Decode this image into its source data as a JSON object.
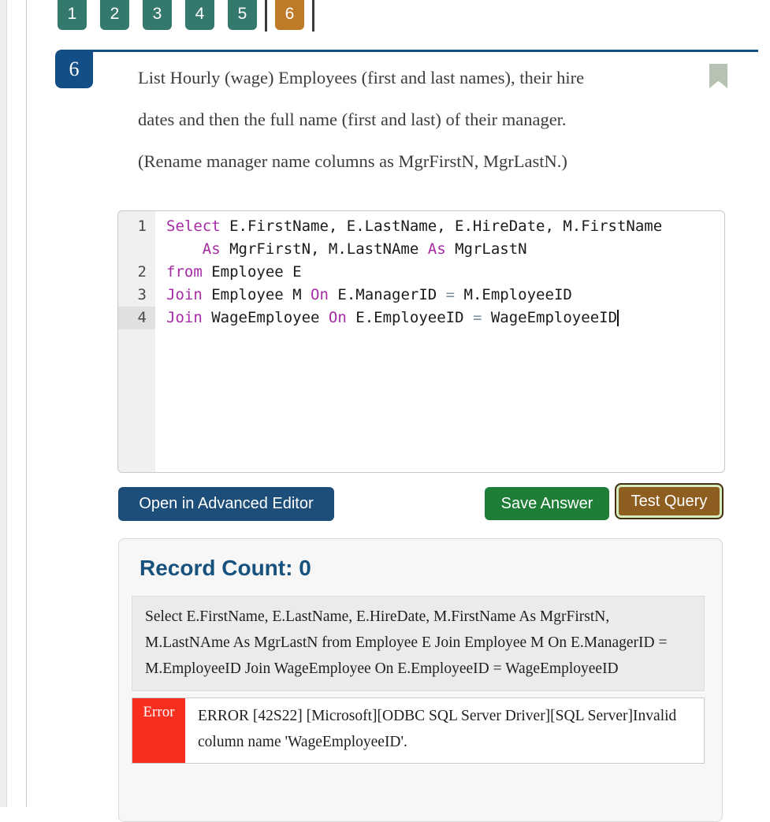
{
  "colors": {
    "page_done": "#35786e",
    "page_active": "#bf7a28",
    "badge_blue": "#134e87",
    "button_blue": "#1d4e79",
    "button_green": "#1e7e38",
    "button_brown": "#8d5e20",
    "error_red": "#fa2e1f",
    "keyword_magenta": "#a62ba5",
    "heading_blue": "#17517e",
    "bookmark_gray_green": "#b7c2b3"
  },
  "pagination": {
    "items": [
      {
        "type": "page",
        "label": "1",
        "state": "done"
      },
      {
        "type": "page",
        "label": "2",
        "state": "done"
      },
      {
        "type": "page",
        "label": "3",
        "state": "done"
      },
      {
        "type": "page",
        "label": "4",
        "state": "done"
      },
      {
        "type": "page",
        "label": "5",
        "state": "done"
      },
      {
        "type": "divider"
      },
      {
        "type": "page",
        "label": "6",
        "state": "active"
      },
      {
        "type": "divider"
      }
    ]
  },
  "question": {
    "number": "6",
    "lines": [
      "List Hourly (wage) Employees (first and last names), their hire",
      "dates and then the full name (first and last) of their manager.",
      "(Rename manager name columns as MgrFirstN, MgrLastN.)"
    ],
    "bookmark_icon": "bookmark-icon"
  },
  "editor": {
    "rows": [
      {
        "num": "1",
        "active": false,
        "cursor": false,
        "segments": [
          [
            "kw",
            "Select"
          ],
          [
            "txt",
            " E.FirstName, E.LastName, E.HireDate, M.FirstName"
          ]
        ]
      },
      {
        "num": "",
        "active": false,
        "cursor": false,
        "segments": [
          [
            "txt",
            "    "
          ],
          [
            "kw",
            "As"
          ],
          [
            "txt",
            " MgrFirstN, M.LastNAme "
          ],
          [
            "kw",
            "As"
          ],
          [
            "txt",
            " MgrLastN"
          ]
        ]
      },
      {
        "num": "2",
        "active": false,
        "cursor": false,
        "segments": [
          [
            "kw",
            "from"
          ],
          [
            "txt",
            " Employee E"
          ]
        ]
      },
      {
        "num": "3",
        "active": false,
        "cursor": false,
        "segments": [
          [
            "kw",
            "Join"
          ],
          [
            "txt",
            " Employee M "
          ],
          [
            "kw",
            "On"
          ],
          [
            "txt",
            " E.ManagerID "
          ],
          [
            "op",
            "="
          ],
          [
            "txt",
            " M.EmployeeID"
          ]
        ]
      },
      {
        "num": "4",
        "active": true,
        "cursor": true,
        "segments": [
          [
            "kw",
            "Join"
          ],
          [
            "txt",
            " WageEmployee "
          ],
          [
            "kw",
            "On"
          ],
          [
            "txt",
            " E.EmployeeID "
          ],
          [
            "op",
            "="
          ],
          [
            "txt",
            " WageEmployeeID"
          ]
        ]
      }
    ]
  },
  "actions": {
    "open_editor_label": "Open in Advanced Editor",
    "save_label": "Save Answer",
    "test_label": "Test Query"
  },
  "results": {
    "record_count_label": "Record Count:",
    "record_count_value": "0",
    "query_echo": "Select E.FirstName, E.LastName, E.HireDate, M.FirstName As MgrFirstN, M.LastNAme As MgrLastN from Employee E Join Employee M On E.ManagerID = M.EmployeeID Join WageEmployee On E.EmployeeID = WageEmployeeID",
    "error_label": "Error",
    "error_message": "ERROR [42S22] [Microsoft][ODBC SQL Server Driver][SQL Server]Invalid column name 'WageEmployeeID'."
  }
}
